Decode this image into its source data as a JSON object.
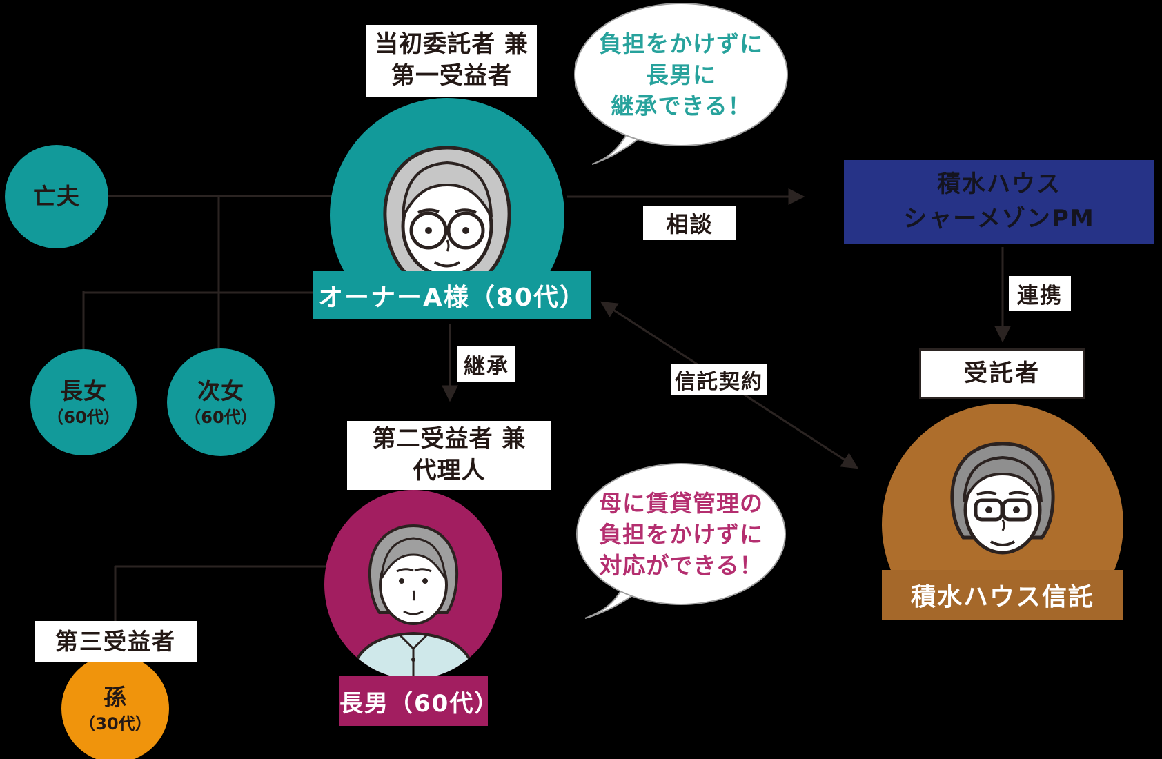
{
  "family": {
    "deceased_husband": "亡夫",
    "eldest_daughter": {
      "name": "長女",
      "age": "（60代）"
    },
    "second_daughter": {
      "name": "次女",
      "age": "（60代）"
    },
    "grandchild": {
      "role": "第三受益者",
      "name": "孫",
      "age": "（30代）"
    }
  },
  "owner": {
    "role_line1": "当初委託者 兼",
    "role_line2": "第一受益者",
    "name": "オーナーA様（80代）",
    "bubble": [
      "負担をかけずに",
      "長男に",
      "継承できる！"
    ]
  },
  "son": {
    "role_line1": "第二受益者 兼",
    "role_line2": "代理人",
    "name": "長男（60代）",
    "bubble": [
      "母に賃貸管理の",
      "負担をかけずに",
      "対応ができる！"
    ]
  },
  "company": {
    "name_line1": "積水ハウス",
    "name_line2": "シャーメゾンPM"
  },
  "trustee": {
    "role": "受託者",
    "name": "積水ハウス信託"
  },
  "relations": {
    "consult": "相談",
    "cooperation": "連携",
    "succession": "継承",
    "trust_contract": "信託契約"
  },
  "colors": {
    "teal": "#129a9a",
    "magenta": "#a21e60",
    "orange": "#f0940c",
    "brown_circle": "#ae6e2c",
    "brown_bar": "#a5682a",
    "navy": "#263387",
    "teal_text": "#27a29c",
    "magenta_text": "#b42e6f",
    "line": "#2b2422"
  }
}
